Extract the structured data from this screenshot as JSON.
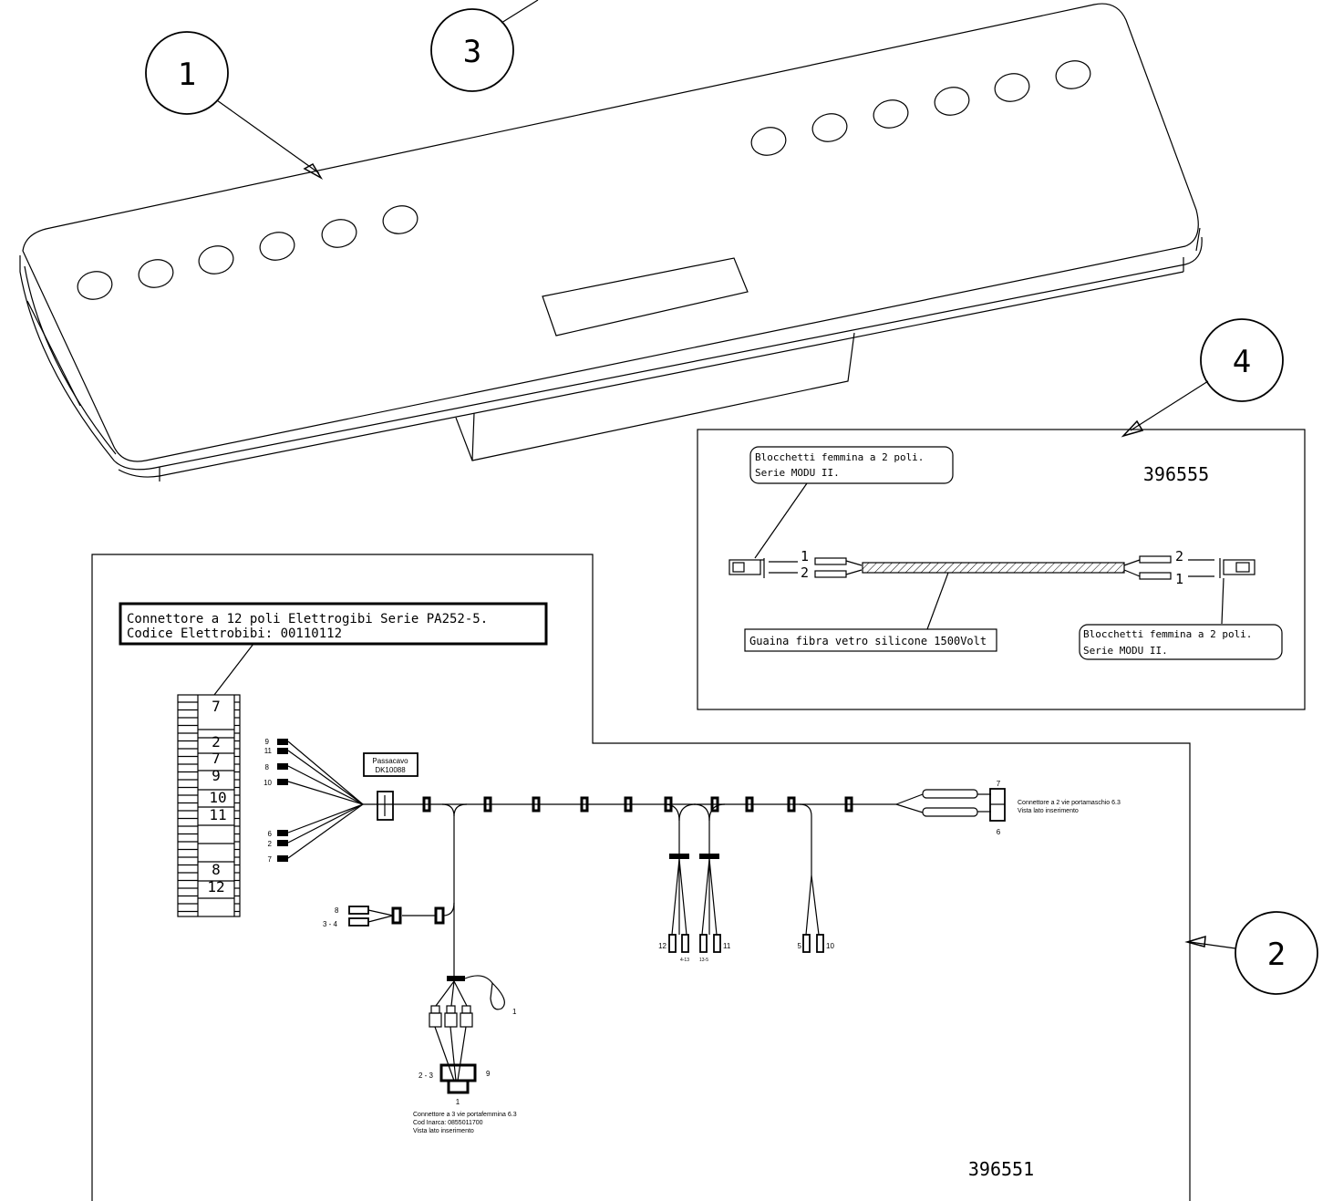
{
  "callouts": {
    "c1": "1",
    "c2": "2",
    "c3": "3",
    "c4": "4"
  },
  "kit4": {
    "code": "396555",
    "label_left_1": "Blocchetti femmina a 2 poli.",
    "label_left_2": "Serie MODU II.",
    "label_right_1": "Blocchetti femmina a 2 poli.",
    "label_right_2": "Serie MODU II.",
    "sheath": "Guaina fibra vetro silicone 1500Volt",
    "pin_left_top": "1",
    "pin_left_bottom": "2",
    "pin_right_top": "2",
    "pin_right_bottom": "1"
  },
  "harness2": {
    "code": "396551",
    "connector_title_1": "Connettore a 12 poli Elettrogibi Serie PA252-5.",
    "connector_title_2": "Codice Elettrobibi: 00110112",
    "block_labels": [
      "7",
      "2",
      "7",
      "9",
      "10",
      "11",
      "8",
      "12"
    ],
    "wire_labels_upper": [
      "9",
      "11",
      "8",
      "10"
    ],
    "wire_labels_lower": [
      "6",
      "2",
      "7"
    ],
    "passacavo_1": "Passacavo",
    "passacavo_2": "DK10088",
    "right_conn_1": "Connettore a 2 vie portamaschio 6.3",
    "right_conn_2": "Vista lato inserimento",
    "right_pin_top": "7",
    "right_pin_bottom": "6",
    "left_branch_top": "8",
    "left_branch_bottom": "3 - 4",
    "g1_left": "12",
    "g1_mid": "4-13",
    "g2_mid": "13-5",
    "g2_right": "11",
    "g3_left": "5",
    "g3_right": "10",
    "eyelet": "1",
    "three_way_left": "2 - 3",
    "three_way_right": "9",
    "three_way_bottom": "1",
    "bottom_conn_1": "Connettore a 3 vie portafemmina 6.3",
    "bottom_conn_2": "Cod Inarca: 0855011700",
    "bottom_conn_3": "Vista lato inserimento"
  }
}
